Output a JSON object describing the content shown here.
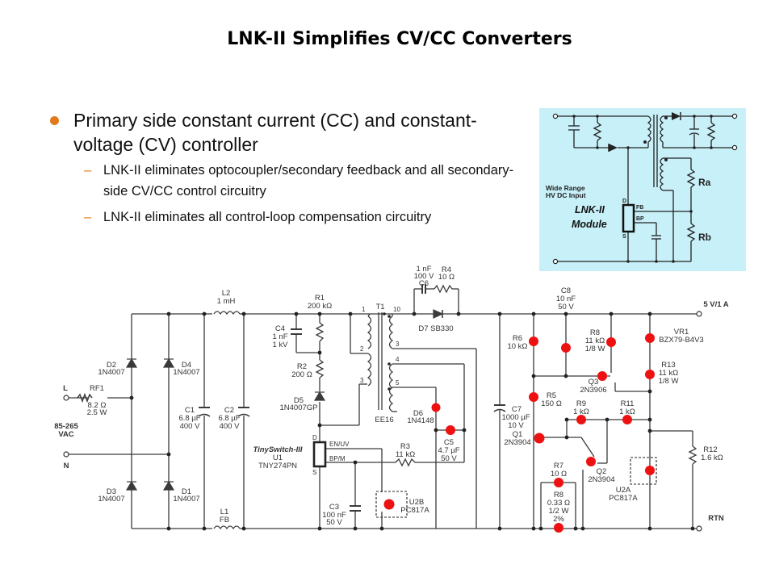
{
  "slide": {
    "title": "LNK-II Simplifies CV/CC Converters",
    "bullets": {
      "main": "Primary side constant current (CC) and constant-voltage (CV) controller",
      "sub": [
        "LNK-II eliminates optocoupler/secondary feedback and all secondary-side CV/CC control circuitry",
        "LNK-II eliminates all control-loop compensation circuitry"
      ]
    },
    "colors": {
      "bullet": "#e07a1a",
      "inset_bg": "#c8f0f8",
      "highlight": "#ee1111",
      "wire": "#333333"
    }
  },
  "inset": {
    "input_label_1": "Wide Range",
    "input_label_2": "HV DC Input",
    "module_label_1": "LNK-II",
    "module_label_2": "Module",
    "pin_d": "D",
    "pin_fb": "FB",
    "pin_bp": "BP",
    "pin_s": "S",
    "ra": "Ra",
    "rb": "Rb"
  },
  "schematic": {
    "input": {
      "l": "L",
      "n": "N",
      "range": "85-265",
      "unit": "VAC"
    },
    "rf1": {
      "ref": "RF1",
      "v1": "8.2 Ω",
      "v2": "2.5 W"
    },
    "d1": {
      "ref": "D1",
      "part": "1N4007"
    },
    "d2": {
      "ref": "D2",
      "part": "1N4007"
    },
    "d3": {
      "ref": "D3",
      "part": "1N4007"
    },
    "d4": {
      "ref": "D4",
      "part": "1N4007"
    },
    "l1": {
      "ref": "L1",
      "val": "FB"
    },
    "l2": {
      "ref": "L2",
      "val": "1 mH"
    },
    "c1": {
      "ref": "C1",
      "v1": "6.8 µF",
      "v2": "400 V"
    },
    "c2": {
      "ref": "C2",
      "v1": "6.8 µF",
      "v2": "400 V"
    },
    "r1": {
      "ref": "R1",
      "val": "200 kΩ"
    },
    "r2": {
      "ref": "R2",
      "val": "200 Ω"
    },
    "c4": {
      "ref": "C4",
      "v1": "1 nF",
      "v2": "1 kV"
    },
    "d5": {
      "ref": "D5",
      "part": "1N4007GP"
    },
    "u1": {
      "family": "TinySwitch-III",
      "ref": "U1",
      "part": "TNY274PN",
      "pin_d": "D",
      "pin_en": "EN/UV",
      "pin_bp": "BP/M",
      "pin_s": "S"
    },
    "c3": {
      "ref": "C3",
      "v1": "100 nF",
      "v2": "50 V"
    },
    "u2b": {
      "ref": "U2B",
      "part": "PC817A"
    },
    "t1": {
      "ref": "T1",
      "core": "EE16",
      "pins": [
        "1",
        "2",
        "3",
        "10",
        "3",
        "4",
        "5"
      ]
    },
    "c6": {
      "ref": "C6",
      "v1": "1 nF",
      "v2": "100 V"
    },
    "r4": {
      "ref": "R4",
      "val": "10 Ω"
    },
    "d7": {
      "label": "D7 SB330"
    },
    "d6": {
      "ref": "D6",
      "part": "1N4148"
    },
    "c5": {
      "ref": "C5",
      "v1": "4.7 µF",
      "v2": "50 V"
    },
    "r3": {
      "ref": "R3",
      "val": "11 kΩ"
    },
    "c8": {
      "ref": "C8",
      "v1": "10 nF",
      "v2": "50 V"
    },
    "c7": {
      "ref": "C7",
      "v1": "1000 µF",
      "v2": "10 V"
    },
    "r6": {
      "ref": "R6",
      "val": "10 kΩ"
    },
    "r5": {
      "ref": "R5",
      "val": "150 Ω"
    },
    "r8a": {
      "ref": "R8",
      "v1": "11 kΩ",
      "v2": "1/8 W"
    },
    "q3": {
      "ref": "Q3",
      "part": "2N3906"
    },
    "vr1": {
      "ref": "VR1",
      "part": "BZX79-B4V3"
    },
    "r13": {
      "ref": "R13",
      "v1": "11 kΩ",
      "v2": "1/8 W"
    },
    "r9": {
      "ref": "R9",
      "val": "1 kΩ"
    },
    "r11": {
      "ref": "R11",
      "val": "1 kΩ"
    },
    "q1": {
      "ref": "Q1",
      "part": "2N3904"
    },
    "q2": {
      "ref": "Q2",
      "part": "2N3904"
    },
    "r7": {
      "ref": "R7",
      "val": "10 Ω"
    },
    "r8b": {
      "ref": "R8",
      "v1": "0.33 Ω",
      "v2": "1/2 W",
      "v3": "2%"
    },
    "u2a": {
      "ref": "U2A",
      "part": "PC817A"
    },
    "r12": {
      "ref": "R12",
      "val": "1.6 kΩ"
    },
    "out_pos": "5 V/1 A",
    "out_rtn": "RTN"
  }
}
